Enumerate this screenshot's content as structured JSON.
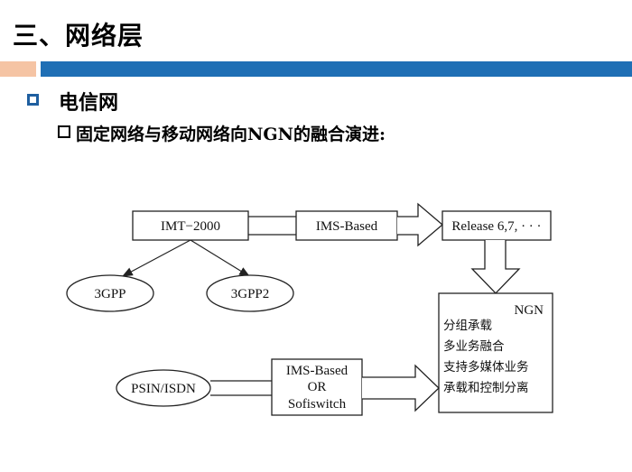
{
  "slide": {
    "title": "三、网络层",
    "section": "电信网",
    "subsection": "固定网络与移动网络向NGN的融合演进:"
  },
  "diagram": {
    "imt_box": "IMT−2000",
    "ims_top_box": "IMS-Based",
    "release_box": "Release 6,7, · · ·",
    "gpp1": "3GPP",
    "gpp2": "3GPP2",
    "ngn_title": "NGN",
    "ngn_lines": [
      "分组承载",
      "多业务融合",
      "支持多媒体业务",
      "承载和控制分离"
    ],
    "pstn": "PSIN/ISDN",
    "ims_or_lines": [
      "IMS-Based",
      "OR",
      "Sofiswitch"
    ]
  },
  "colors": {
    "accent_blue": "#1f6fb5",
    "accent_peach": "#f5c4a4"
  }
}
